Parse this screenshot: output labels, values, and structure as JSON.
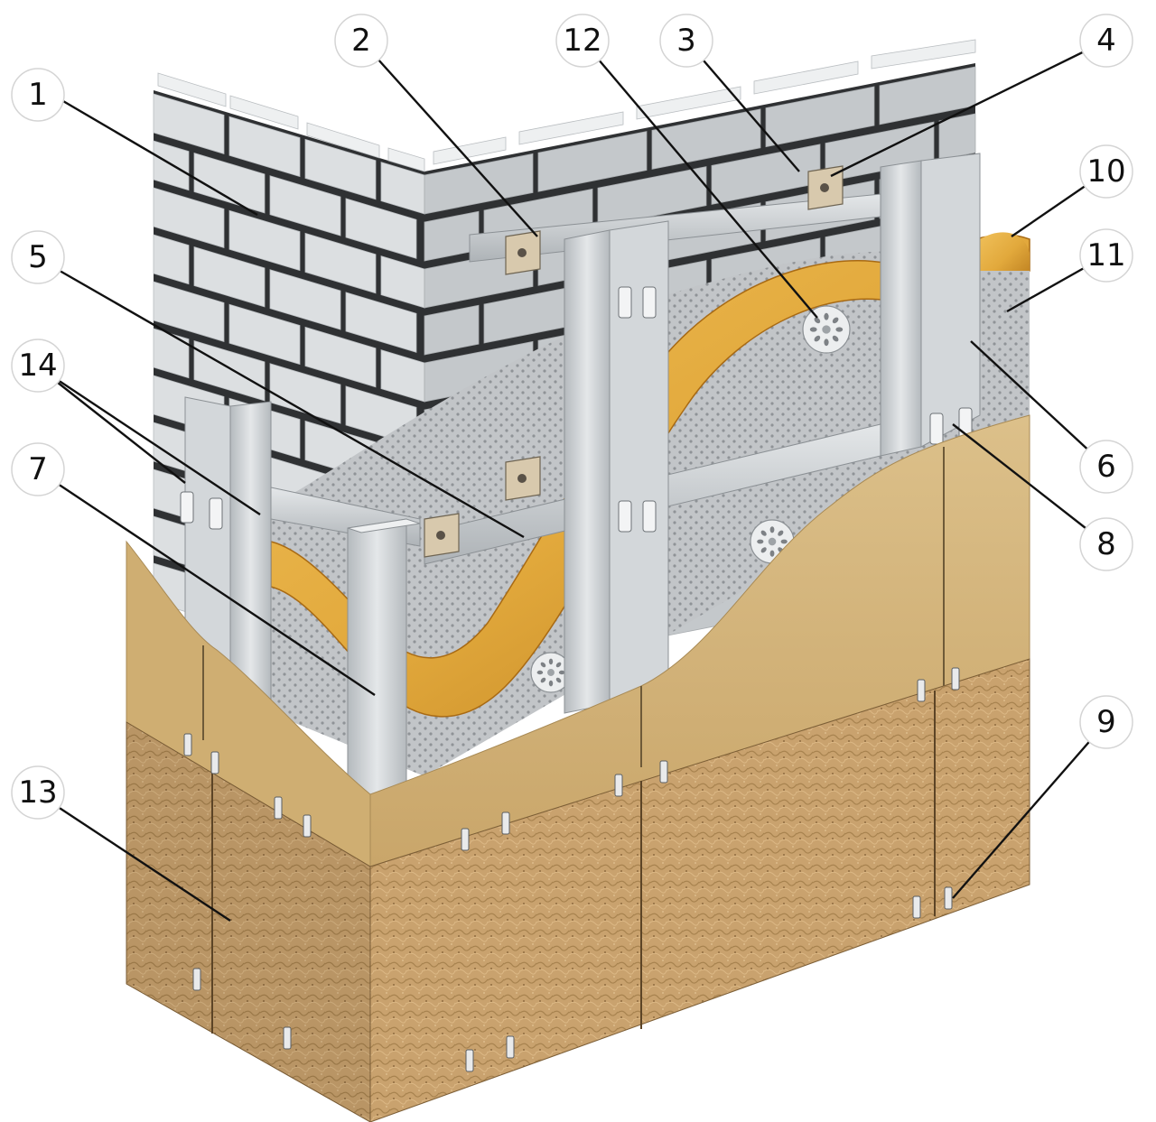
{
  "colors": {
    "brick_face": "#dcdfe1",
    "brick_top": "#eef0f1",
    "brick_side": "#c4c8cb",
    "mortar": "#2f3133",
    "steel": "#c9cdd0",
    "steel_dark": "#9ea3a7",
    "steel_light": "#e2e5e7",
    "insulation": "#e2a93c",
    "insulation_dark": "#b87a1c",
    "membrane": "#c2c5c8",
    "panel_gold": "#d8b77d",
    "panel_gold_dark": "#b6955c",
    "panel_texture": "#c9a26e",
    "panel_texture_dark": "#9c7a4c",
    "callout_stroke": "#d4d4d4",
    "leader": "#111111"
  },
  "callouts": [
    {
      "id": "c1",
      "label": "1"
    },
    {
      "id": "c2",
      "label": "2"
    },
    {
      "id": "c12",
      "label": "12"
    },
    {
      "id": "c3",
      "label": "3"
    },
    {
      "id": "c4",
      "label": "4"
    },
    {
      "id": "c10",
      "label": "10"
    },
    {
      "id": "c11",
      "label": "11"
    },
    {
      "id": "c5",
      "label": "5"
    },
    {
      "id": "c14",
      "label": "14"
    },
    {
      "id": "c6",
      "label": "6"
    },
    {
      "id": "c7",
      "label": "7"
    },
    {
      "id": "c8",
      "label": "8"
    },
    {
      "id": "c9",
      "label": "9"
    },
    {
      "id": "c13",
      "label": "13"
    }
  ]
}
